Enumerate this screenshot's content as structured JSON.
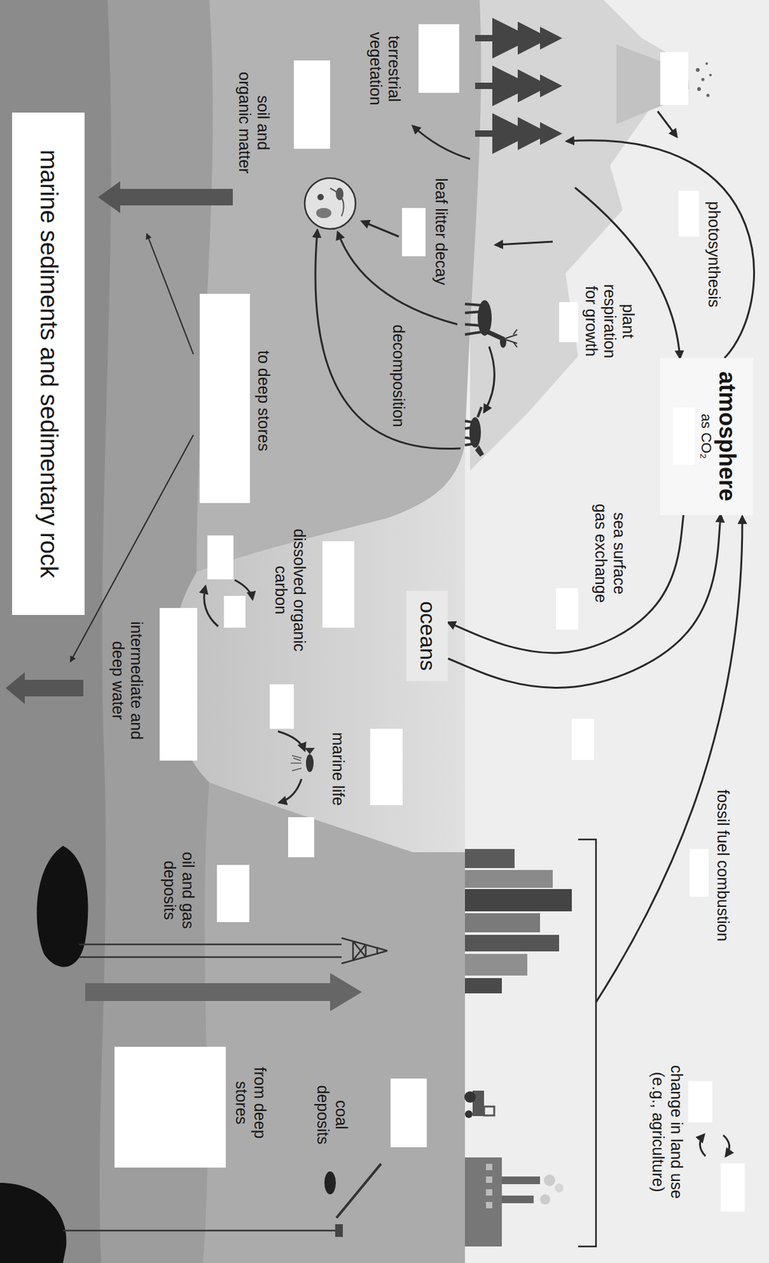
{
  "diagram": {
    "nodes": [
      {
        "text": [
          "atmosphere",
          "as CO₂"
        ]
      },
      {
        "text": [
          "oceans"
        ]
      },
      {
        "text": [
          "marine sediments and sedimentary rock"
        ]
      }
    ],
    "edges": [
      {
        "from": 0,
        "to": 1,
        "arrow": "to"
      },
      {
        "from": 1,
        "to": 0,
        "arrow": "to"
      }
    ],
    "labels": [
      "photosynthesis",
      "plant respiration for growth",
      "sea surface gas exchange",
      "fossil fuel combustion",
      "change in land use (e.g., agriculture)",
      "terrestrial vegetation",
      "leaf litter decay",
      "decomposition",
      "soil and organic matter",
      "to deep stores",
      "dissolved organic carbon",
      "marine life",
      "intermediate and deep water",
      "oil and gas deposits",
      "coal deposits",
      "from deep stores"
    ]
  }
}
